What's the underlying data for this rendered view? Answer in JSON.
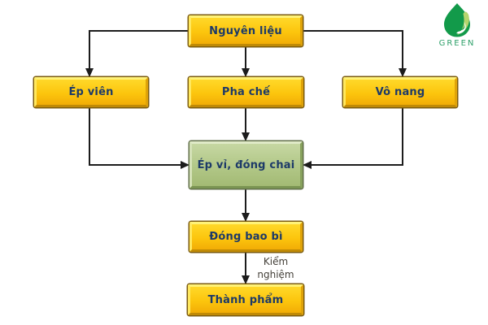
{
  "page": {
    "background": "#ffffff",
    "description": "Production process flowchart"
  },
  "logo": {
    "brand": "GREEN",
    "icon": "green-leaf-drop",
    "text_color": "#2fa06a",
    "leaf_dark": "#129a4a",
    "leaf_light": "#b5d56e"
  },
  "flowchart": {
    "nodes": [
      {
        "id": "nguyen-lieu",
        "label": "Nguyên liệu",
        "type": "yellow"
      },
      {
        "id": "ep-vien",
        "label": "Ép viên",
        "type": "yellow"
      },
      {
        "id": "pha-che",
        "label": "Pha chế",
        "type": "yellow"
      },
      {
        "id": "vo-nang",
        "label": "Vô nang",
        "type": "yellow"
      },
      {
        "id": "ep-vi-dong-chai",
        "label": "Ép vỉ, đóng chai",
        "type": "green"
      },
      {
        "id": "dong-bao-bi",
        "label": "Đóng bao bì",
        "type": "yellow"
      },
      {
        "id": "thanh-pham",
        "label": "Thành phẩm",
        "type": "yellow"
      }
    ],
    "edges": [
      {
        "from": "nguyen-lieu",
        "to": "ep-vien"
      },
      {
        "from": "nguyen-lieu",
        "to": "pha-che"
      },
      {
        "from": "nguyen-lieu",
        "to": "vo-nang"
      },
      {
        "from": "ep-vien",
        "to": "ep-vi-dong-chai"
      },
      {
        "from": "pha-che",
        "to": "ep-vi-dong-chai"
      },
      {
        "from": "vo-nang",
        "to": "ep-vi-dong-chai"
      },
      {
        "from": "ep-vi-dong-chai",
        "to": "dong-bao-bi"
      },
      {
        "from": "dong-bao-bi",
        "to": "thanh-pham",
        "label": "Kiểm nghiệm"
      }
    ],
    "colors": {
      "yellow_box": "#fcc50d",
      "green_box": "#b1c787",
      "box_text": "#1d3a68",
      "connector": "#1c1c1c",
      "edge_label_text": "#45413a"
    }
  }
}
